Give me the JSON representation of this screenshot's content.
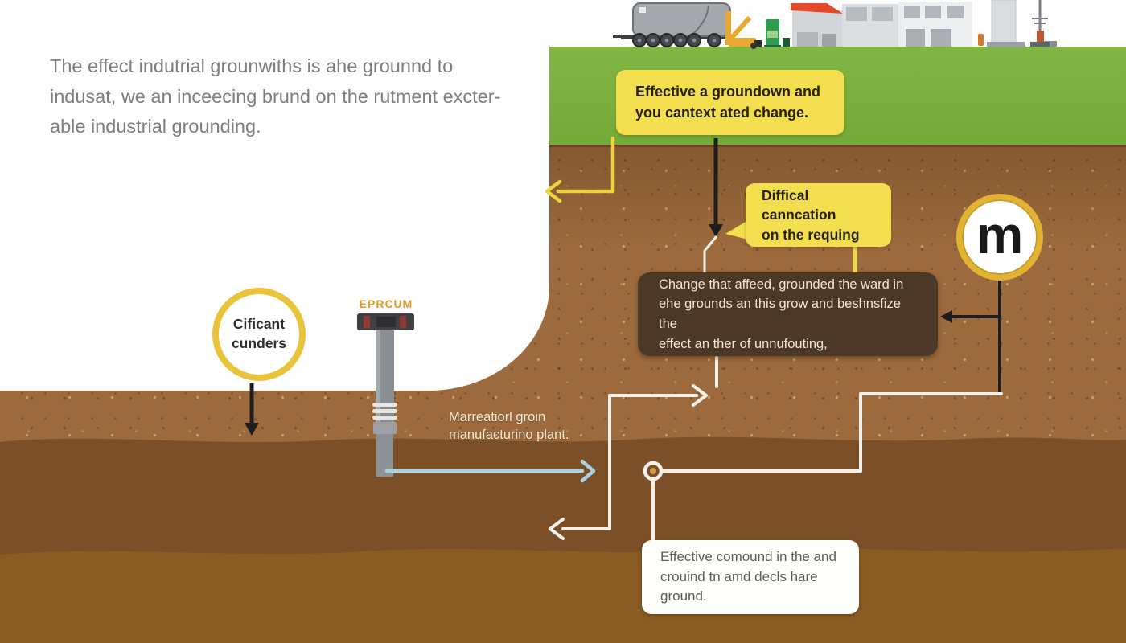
{
  "intro": {
    "line1": "The effect indutrial grounwiths is ahe grounnd to",
    "line2": "indusat, we an inceecing brund on the rutment",
    "line3": "excter-able industrial grounding."
  },
  "surface_callout": {
    "line1": "Effective a groundown and",
    "line2": "you cantext ated change."
  },
  "connection_callout": {
    "line1": "Diffical canncation",
    "line2": "on the requing"
  },
  "ground_callout": {
    "line1": "Change that affeed, grounded the ward in",
    "line2": "ehe grounds an this grow and beshnsfize the",
    "line3": "effect an ther of unnufouting,"
  },
  "bottom_callout": {
    "line1": "Effective comound in the and",
    "line2": "crouind tn amd decls hare",
    "line3": "ground."
  },
  "meter_badge": {
    "letter": "m"
  },
  "conductor_badge": {
    "line1": "Cificant",
    "line2": "cunders"
  },
  "rod_label": "EPRCUM",
  "plant_label": {
    "line1": "Marreatiorl groin",
    "line2": "manufacturino plant."
  },
  "colors": {
    "accent_yellow": "#f2de4e",
    "ring_gold": "#e2b232",
    "grass_green": "#7cb13e",
    "soil_light": "#9c6a3c",
    "soil_mid": "#7b4f27",
    "soil_deep": "#8a5c23",
    "dark_panel": "#4c3827",
    "line_white": "#f4f1ea",
    "line_blue": "#a9d1e2",
    "line_black": "#1e1e1e",
    "rod_label_orange": "#de9b2a"
  }
}
